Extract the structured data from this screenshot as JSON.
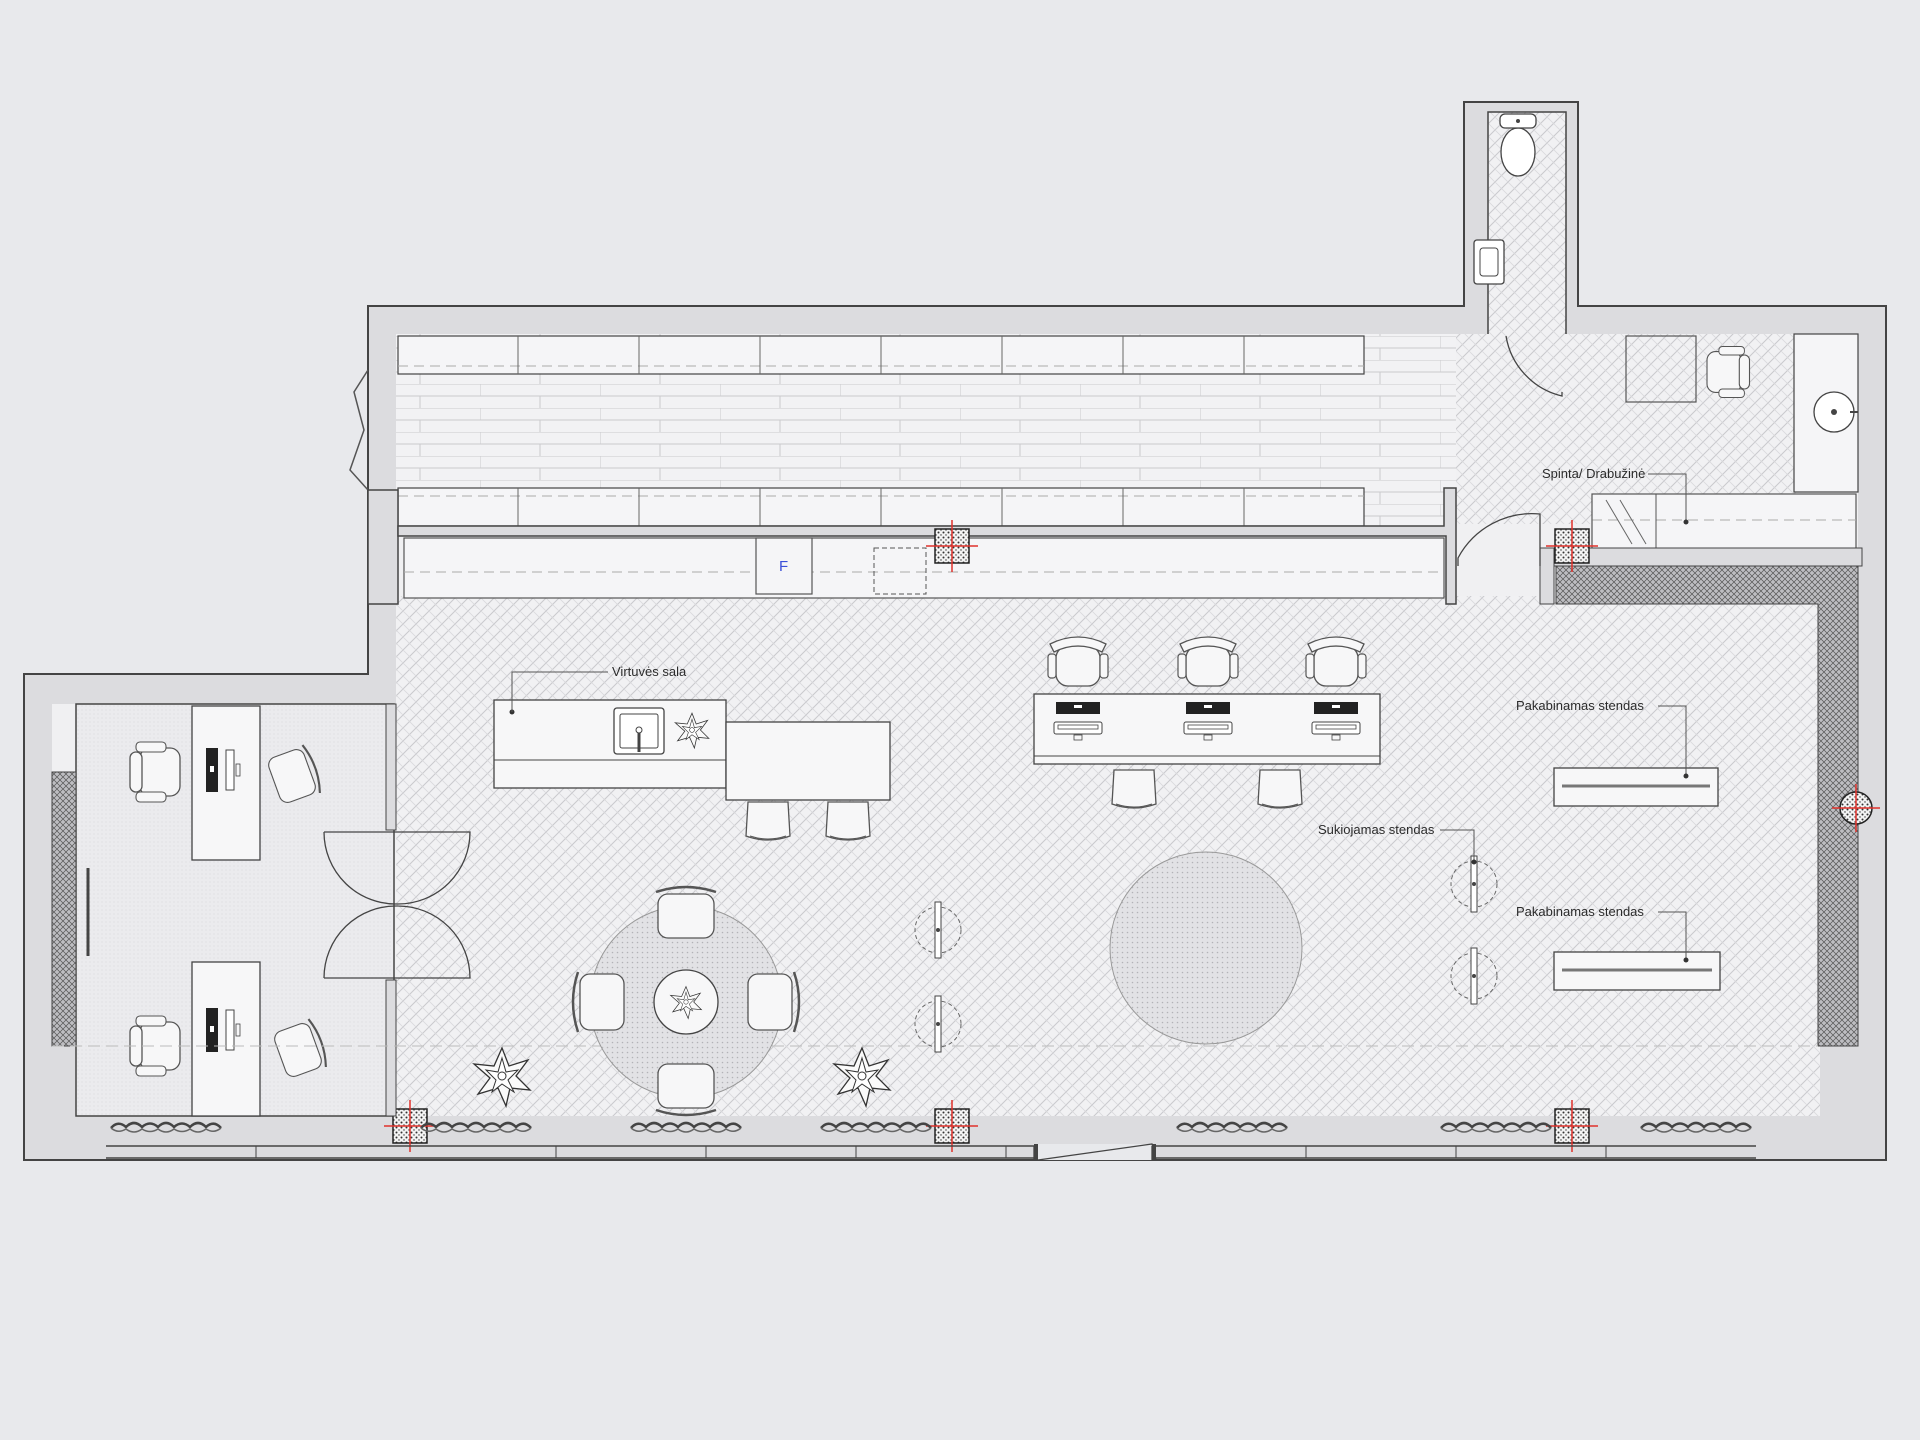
{
  "labels": {
    "kitchen_island": "Virtuvės sala",
    "wardrobe": "Spinta/ Drabužinė",
    "hanging_stand_1": "Pakabinamas stendas",
    "rotating_stand": "Sukiojamas stendas",
    "hanging_stand_2": "Pakabinamas stendas",
    "fridge_mark": "F"
  },
  "colors": {
    "background": "#e8e9ec",
    "wall_fill": "#dcdcdf",
    "wall_stroke": "#444444",
    "floor": "#f0f0f2",
    "column_marker": "#e0312b",
    "fridge_text": "#3a4fd8"
  }
}
